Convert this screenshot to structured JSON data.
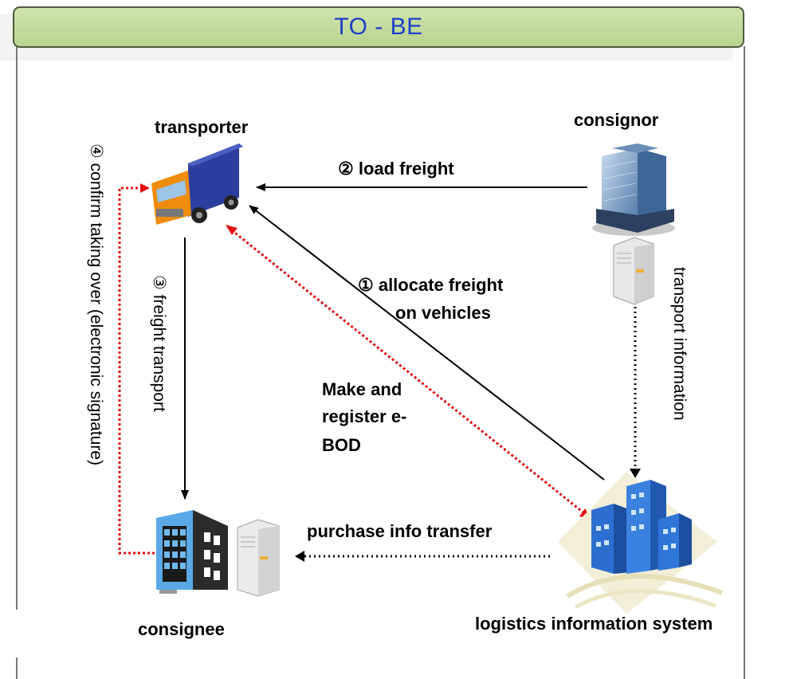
{
  "title": "TO - BE",
  "nodes": {
    "transporter": "transporter",
    "consignor": "consignor",
    "consignee": "consignee",
    "logistics_system": "logistics information system"
  },
  "flows": {
    "allocate_line1": "① allocate freight",
    "allocate_line2": "on vehicles",
    "load": "② load freight",
    "transport": "③ freight transport",
    "confirm": "④ confirm taking over (electronic signature)",
    "ebod_line1": "Make and",
    "ebod_line2": "register e-",
    "ebod_line3": "BOD",
    "purchase": "purchase info transfer",
    "transport_info": "transport information"
  },
  "colors": {
    "title_text": "#1f3fc8",
    "title_fill": "#c4dca0",
    "dotted_red": "#e01010",
    "dotted_black": "#000000"
  },
  "icons": [
    "truck-icon",
    "office-building-icon",
    "server-icon",
    "consignee-building-icon",
    "city-buildings-icon"
  ]
}
